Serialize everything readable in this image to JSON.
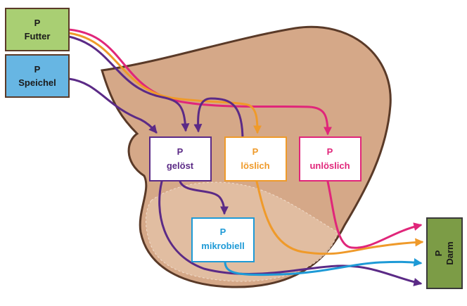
{
  "source_boxes": {
    "futter": {
      "line1": "P",
      "line2": "Futter",
      "fill": "#a9cf73"
    },
    "speichel": {
      "line1": "P",
      "line2": "Speichel",
      "fill": "#67b6e3"
    }
  },
  "pools": {
    "geloest": {
      "line1": "P",
      "line2": "gelöst",
      "color": "#5b2a86"
    },
    "loeslich": {
      "line1": "P",
      "line2": "löslich",
      "color": "#ef9a2a"
    },
    "unloeslich": {
      "line1": "P",
      "line2": "unlöslich",
      "color": "#e0267a"
    },
    "mikrobiell": {
      "line1": "P",
      "line2": "mikrobiell",
      "color": "#1e9ad6"
    }
  },
  "sink_box": {
    "line1": "P",
    "line2": "Darm",
    "fill": "#7c9c46"
  },
  "colors": {
    "rumen": "#d5a888",
    "rumen_outline": "#5a3a28",
    "purple": "#5b2a86",
    "orange": "#ef9a2a",
    "pink": "#e0267a",
    "blue": "#1e9ad6"
  }
}
